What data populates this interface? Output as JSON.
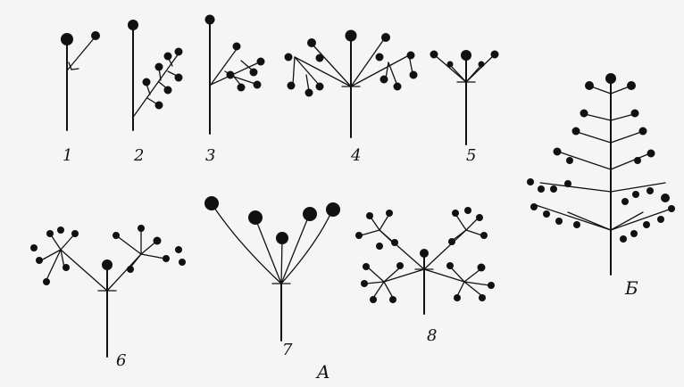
{
  "figure": {
    "labels": {
      "d1": "1",
      "d2": "2",
      "d3": "3",
      "d4": "4",
      "d5": "5",
      "d6": "6",
      "d7": "7",
      "d8": "8",
      "groupA": "A",
      "groupB": "Б"
    },
    "ink_color": "#111111",
    "background_color": "#f5f5f5"
  }
}
